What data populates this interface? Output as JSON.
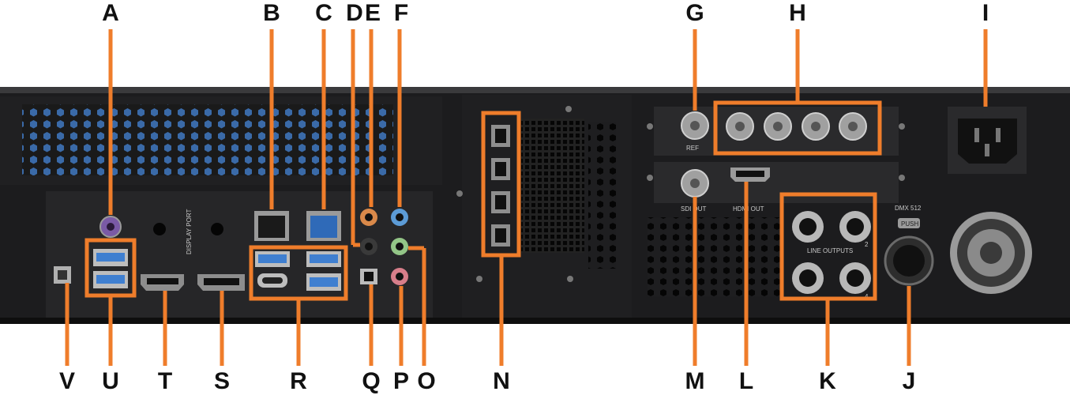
{
  "panel_text": {
    "ref": "REF",
    "sdi_out": "SDI OUT",
    "hdmi_out": "HDMI OUT",
    "dmx": "DMX 512",
    "push": "PUSH",
    "line_outputs": "LINE OUTPUTS",
    "out_2": "2",
    "out_4": "4",
    "display_port": "DISPLAY PORT"
  },
  "callouts": {
    "top": [
      "A",
      "B",
      "C",
      "D",
      "E",
      "F",
      "G",
      "H",
      "I"
    ],
    "bottom": [
      "V",
      "U",
      "T",
      "S",
      "R",
      "Q",
      "P",
      "O",
      "N",
      "M",
      "L",
      "K",
      "J"
    ]
  },
  "colors": {
    "callout": "#ef7d2b",
    "chassis": "#1c1c1e",
    "card": "#2a2a2c"
  }
}
